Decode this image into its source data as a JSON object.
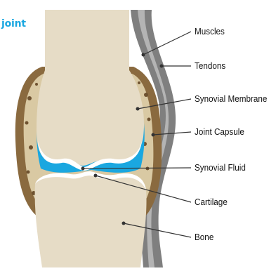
{
  "title": "joint",
  "labels": {
    "muscles": "Muscles",
    "tendons": "Tendons",
    "synovial_membrane": "Synovial Membrane",
    "joint_capsule": "Joint Capsule",
    "synovial_fluid": "Synovial Fluid",
    "cartilage": "Cartilage",
    "bone": "Bone"
  },
  "colors": {
    "title": "#1aa7e0",
    "bone": "#e6dcc6",
    "capsule": "#8a6a3f",
    "capsule_fill": "#d9c9a3",
    "synovial_fluid": "#1aa7e0",
    "cartilage": "#ffffff",
    "muscles": "#7f7f7f",
    "tendons": "#a8a8a8"
  }
}
